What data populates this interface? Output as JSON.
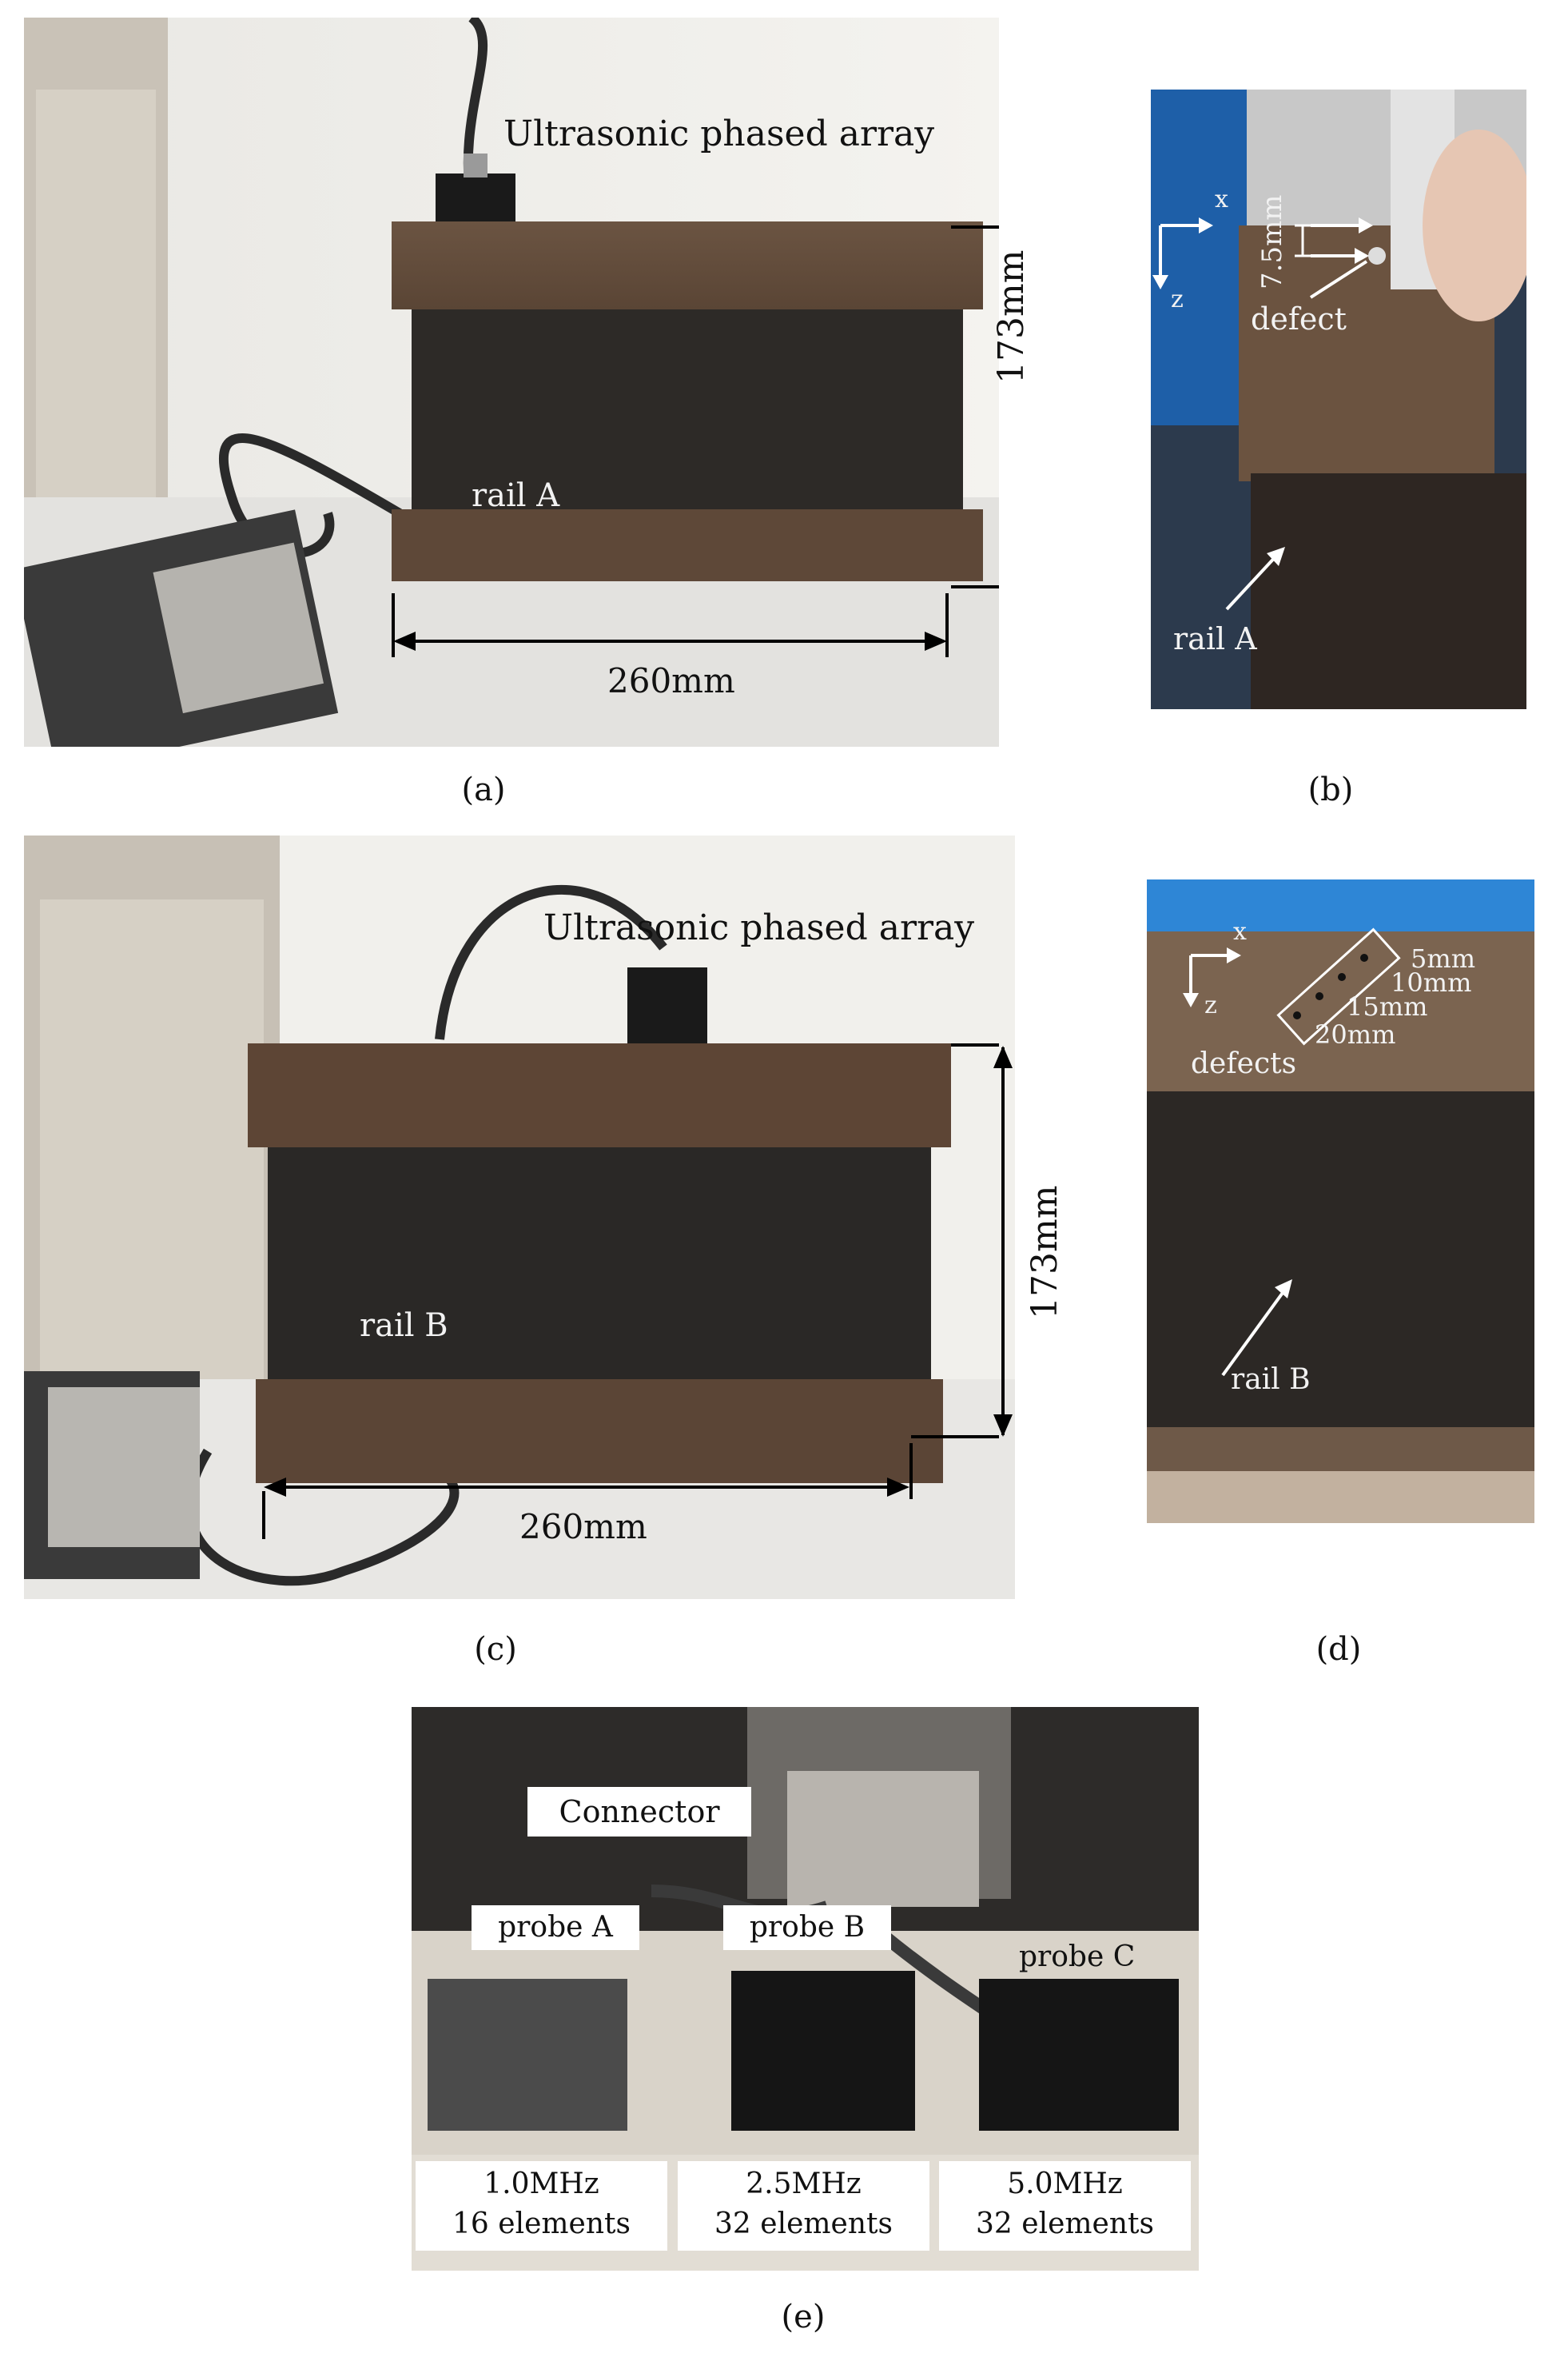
{
  "panels": {
    "a": {
      "caption": "(a)",
      "label_array": "Ultrasonic phased array",
      "label_height": "173mm",
      "label_rail": "rail A",
      "label_width": "260mm"
    },
    "b": {
      "caption": "(b)",
      "axis_x": "x",
      "axis_z": "z",
      "label_depth": "7.5mm",
      "label_defect": "defect",
      "label_rail": "rail A"
    },
    "c": {
      "caption": "(c)",
      "label_array": "Ultrasonic phased array",
      "label_height": "173mm",
      "label_rail": "rail B",
      "label_width": "260mm"
    },
    "d": {
      "caption": "(d)",
      "axis_x": "x",
      "axis_z": "z",
      "depths": [
        "5mm",
        "10mm",
        "15mm",
        "20mm"
      ],
      "label_defects": "defects",
      "label_rail": "rail B"
    },
    "e": {
      "caption": "(e)",
      "label_connector": "Connector",
      "probes": [
        {
          "name": "probe A",
          "freq": "1.0MHz",
          "elements": "16 elements"
        },
        {
          "name": "probe B",
          "freq": "2.5MHz",
          "elements": "32 elements"
        },
        {
          "name": "probe C",
          "freq": "5.0MHz",
          "elements": "32 elements"
        }
      ]
    }
  }
}
